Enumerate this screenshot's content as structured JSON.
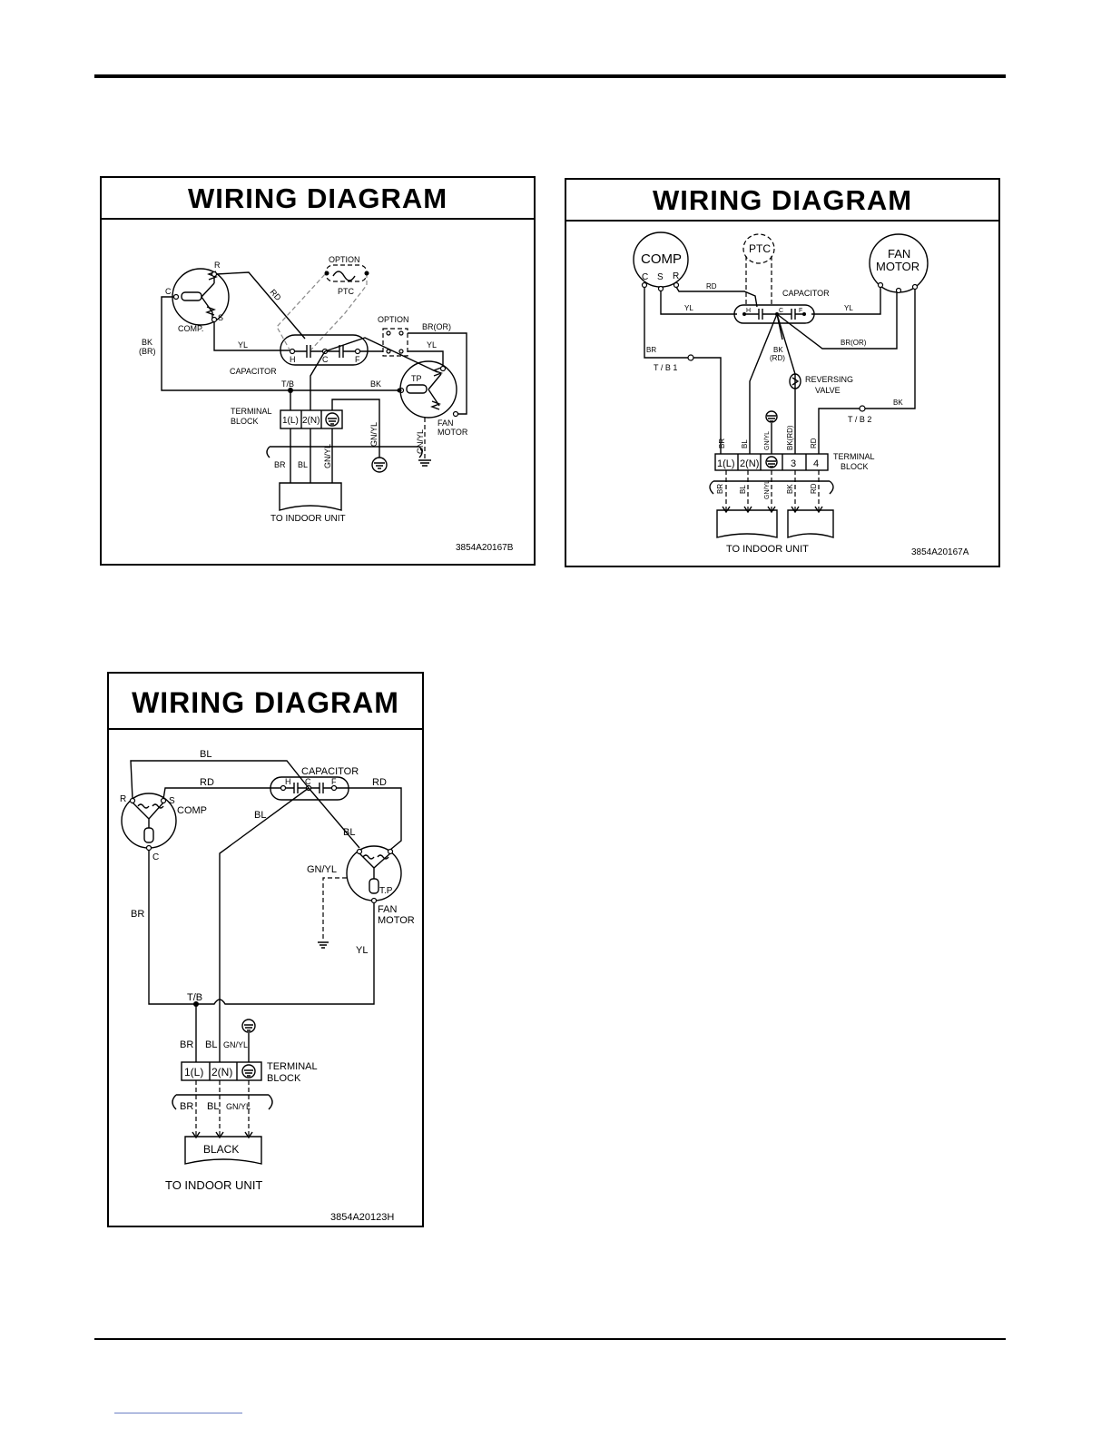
{
  "diagram_a": {
    "title": "WIRING DIAGRAM",
    "code": "3854A20167B",
    "labels": {
      "r": "R",
      "c": "C",
      "s": "S",
      "comp": "COMP.",
      "rd": "RD",
      "option_ptc": "OPTION",
      "ptc": "PTC",
      "option_f": "OPTION",
      "br_or": "BR(OR)",
      "bk_br_1": "BK",
      "bk_br_2": "(BR)",
      "yl1": "YL",
      "yl2": "YL",
      "h": "H",
      "cc": "C",
      "f": "F",
      "capacitor": "CAPACITOR",
      "tb": "T/B",
      "bk": "BK",
      "tp": "TP",
      "terminal": "TERMINAL",
      "block": "BLOCK",
      "t1": "1(L)",
      "t2": "2(N)",
      "gnyl1": "GN/YL",
      "gnyl2": "GN/YL",
      "gnyl3": "GN/YL",
      "fan": "FAN",
      "motor": "MOTOR",
      "br": "BR",
      "bl": "BL",
      "indoor": "TO INDOOR UNIT"
    }
  },
  "diagram_b": {
    "title": "WIRING DIAGRAM",
    "code": "3854A20167A",
    "labels": {
      "comp": "COMP",
      "c": "C",
      "s": "S",
      "r": "R",
      "ptc": "PTC",
      "fan": "FAN",
      "motor": "MOTOR",
      "rd": "RD",
      "capacitor": "CAPACITOR",
      "yl1": "YL",
      "yl2": "YL",
      "h": "H",
      "cc": "C",
      "f": "F",
      "br": "BR",
      "tb1": "T / B  1",
      "bk_rd_1": "BK",
      "bk_rd_2": "(RD)",
      "br_or": "BR(OR)",
      "rev1": "REVERSING",
      "rev2": "VALVE",
      "bk": "BK",
      "tb2": "T / B  2",
      "v_br": "BR",
      "v_bl": "BL",
      "v_gnyl": "GN/YL",
      "v_bkrd": "BK(RD)",
      "v_rd": "RD",
      "t1": "1(L)",
      "t2": "2(N)",
      "t3": "3",
      "t4": "4",
      "terminal": "TERMINAL",
      "block": "BLOCK",
      "d_br": "BR",
      "d_bl": "BL",
      "d_gnyl": "GN/YL",
      "d_bk": "BK",
      "d_rd": "RD",
      "indoor": "TO  INDOOR  UNIT"
    }
  },
  "diagram_c": {
    "title": "WIRING DIAGRAM",
    "code": "3854A20123H",
    "labels": {
      "bl_top": "BL",
      "capacitor": "CAPACITOR",
      "h": "H",
      "cc": "C",
      "f": "F",
      "rd1": "RD",
      "rd2": "RD",
      "r": "R",
      "s": "S",
      "comp": "COMP",
      "c": "C",
      "bl_mid": "BL",
      "bl_right": "BL",
      "gnyl": "GN/YL",
      "tp": "T.P",
      "fan": "FAN",
      "motor": "MOTOR",
      "br_left": "BR",
      "yl": "YL",
      "tb": "T/B",
      "w_br": "BR",
      "w_bl": "BL",
      "w_gnyl": "GN/YL",
      "t1": "1(L)",
      "t2": "2(N)",
      "terminal": "TERMINAL",
      "block": "BLOCK",
      "d_br": "BR",
      "d_bl": "BL",
      "d_gnyl": "GN/YL",
      "black": "BLACK",
      "indoor": "TO INDOOR UNIT"
    }
  }
}
